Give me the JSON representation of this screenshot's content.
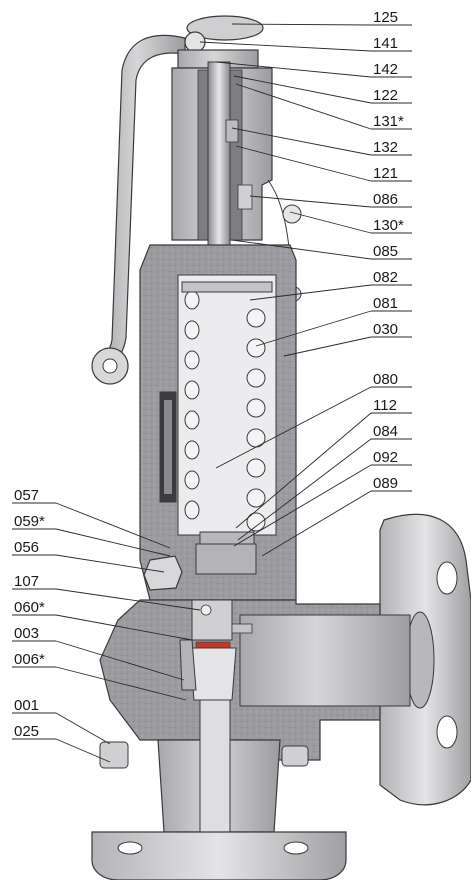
{
  "diagram": {
    "labels_right": [
      {
        "id": "125"
      },
      {
        "id": "141"
      },
      {
        "id": "142"
      },
      {
        "id": "122"
      },
      {
        "id": "131*"
      },
      {
        "id": "132"
      },
      {
        "id": "121"
      },
      {
        "id": "086"
      },
      {
        "id": "130*"
      },
      {
        "id": "085"
      },
      {
        "id": "082"
      },
      {
        "id": "081"
      },
      {
        "id": "030"
      },
      {
        "id": "080"
      },
      {
        "id": "112"
      },
      {
        "id": "084"
      },
      {
        "id": "092"
      },
      {
        "id": "089"
      }
    ],
    "labels_left": [
      {
        "id": "057"
      },
      {
        "id": "059*"
      },
      {
        "id": "056"
      },
      {
        "id": "107"
      },
      {
        "id": "060*"
      },
      {
        "id": "003"
      },
      {
        "id": "006*"
      },
      {
        "id": "001"
      },
      {
        "id": "025"
      }
    ]
  },
  "colors": {
    "body": "#c8c8ca",
    "body_dark": "#8e8e92",
    "section": "#9a9a9e",
    "steel": "#e2e2e4",
    "outline": "#3a3a3a",
    "seal": "#c0392b"
  }
}
